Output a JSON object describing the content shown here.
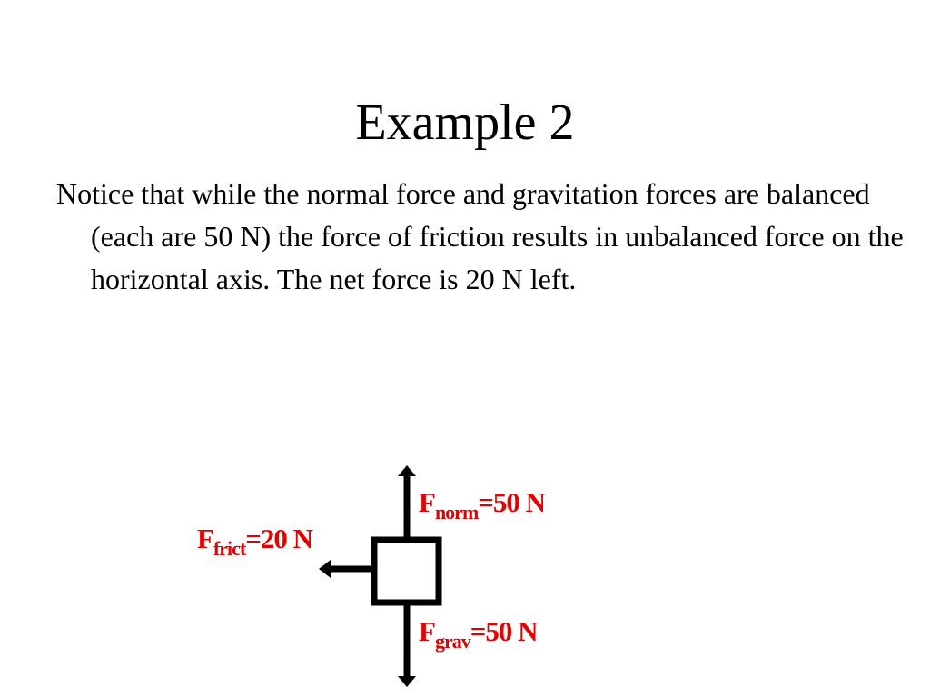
{
  "slide": {
    "title": "Example 2",
    "body": "Notice that while the normal force and gravitation forces are balanced (each are 50 N) the force of friction results in unbalanced force on the horizontal axis. The net force is 20 N left."
  },
  "diagram": {
    "label_color": "#e60000",
    "forces": [
      {
        "name": "normal",
        "symbol": "F",
        "subscript": "norm",
        "value_text": "=50 N",
        "direction": "up"
      },
      {
        "name": "friction",
        "symbol": "F",
        "subscript": "frict",
        "value_text": "=20 N",
        "direction": "left"
      },
      {
        "name": "gravity",
        "symbol": "F",
        "subscript": "grav",
        "value_text": "=50 N",
        "direction": "down"
      }
    ]
  }
}
